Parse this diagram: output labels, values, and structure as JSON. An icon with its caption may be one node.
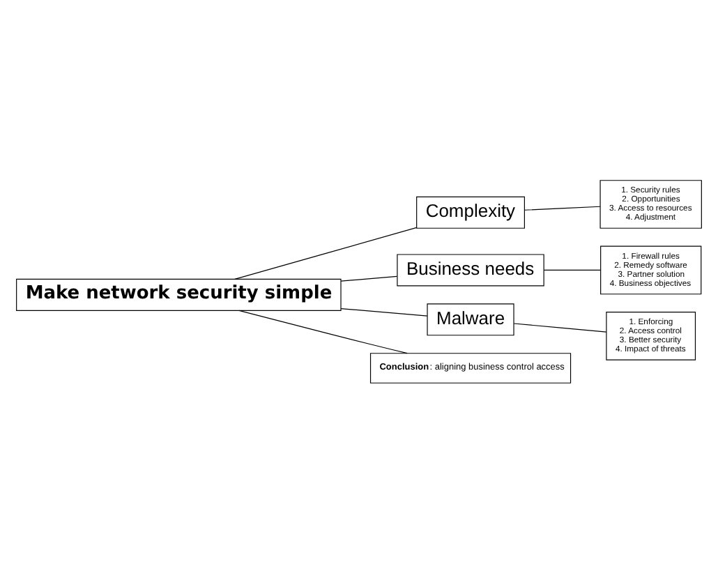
{
  "diagram": {
    "nodes": [
      {
        "text": [
          "Make network security simple"
        ]
      },
      {
        "text": [
          "Complexity"
        ]
      },
      {
        "text": [
          "Business needs"
        ]
      },
      {
        "text": [
          "Malware"
        ]
      },
      {
        "text": [
          "**Conclusion**: aligning business control access"
        ]
      },
      {
        "text": [
          "1. Security rules",
          "2. Opportunities",
          "3. Access to resources",
          "4. Adjustment"
        ]
      },
      {
        "text": [
          "1. Firewall rules",
          "2. Remedy software",
          "3. Partner solution",
          "4. Business objectives"
        ]
      },
      {
        "text": [
          "1. Enforcing",
          "2. Access control",
          "3. Better security",
          "4. Impact of threats"
        ]
      }
    ],
    "edges": [
      {
        "from": 0,
        "to": 1,
        "arrow": "none"
      },
      {
        "from": 0,
        "to": 2,
        "arrow": "none"
      },
      {
        "from": 0,
        "to": 3,
        "arrow": "none"
      },
      {
        "from": 0,
        "to": 4,
        "arrow": "none"
      },
      {
        "from": 1,
        "to": 5,
        "arrow": "none"
      },
      {
        "from": 2,
        "to": 6,
        "arrow": "none"
      },
      {
        "from": 3,
        "to": 7,
        "arrow": "none"
      }
    ]
  }
}
